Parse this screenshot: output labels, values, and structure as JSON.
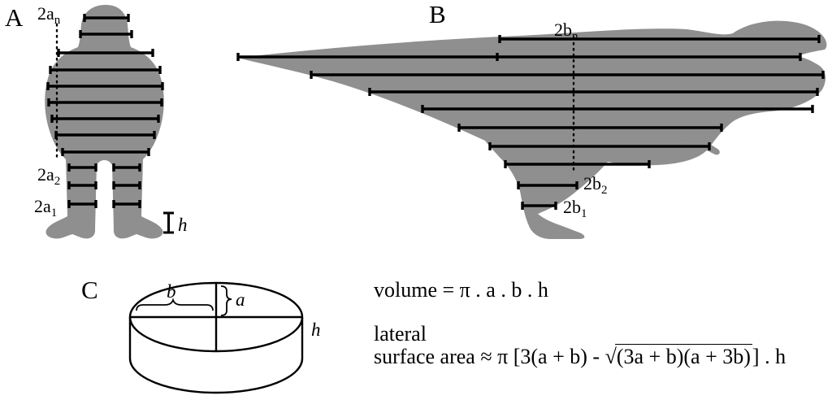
{
  "colors": {
    "silhouette": "#8f8f8f",
    "ink": "#000000"
  },
  "panel_a": {
    "label": "A",
    "slice_top": {
      "base": "2a",
      "sub": "n"
    },
    "slice_mid": {
      "base": "2a",
      "sub": "2"
    },
    "slice_bottom": {
      "base": "2a",
      "sub": "1"
    },
    "scale_label": "h"
  },
  "panel_b": {
    "label": "B",
    "slice_top": {
      "base": "2b",
      "sub": "n"
    },
    "slice_mid": {
      "base": "2b",
      "sub": "2"
    },
    "slice_bottom": {
      "base": "2b",
      "sub": "1"
    }
  },
  "panel_c": {
    "label": "C",
    "semi_axis_b": "b",
    "semi_axis_a": "a",
    "height_label": "h"
  },
  "formulas": {
    "volume": "volume = π . a . b . h",
    "lateral_word": "lateral",
    "surface_prefix": "surface area ≈ π [3(a + b) - ",
    "sqrt_symbol": "√",
    "surface_radicand": "(3a + b)(a + 3b)",
    "surface_suffix": "] . h"
  }
}
